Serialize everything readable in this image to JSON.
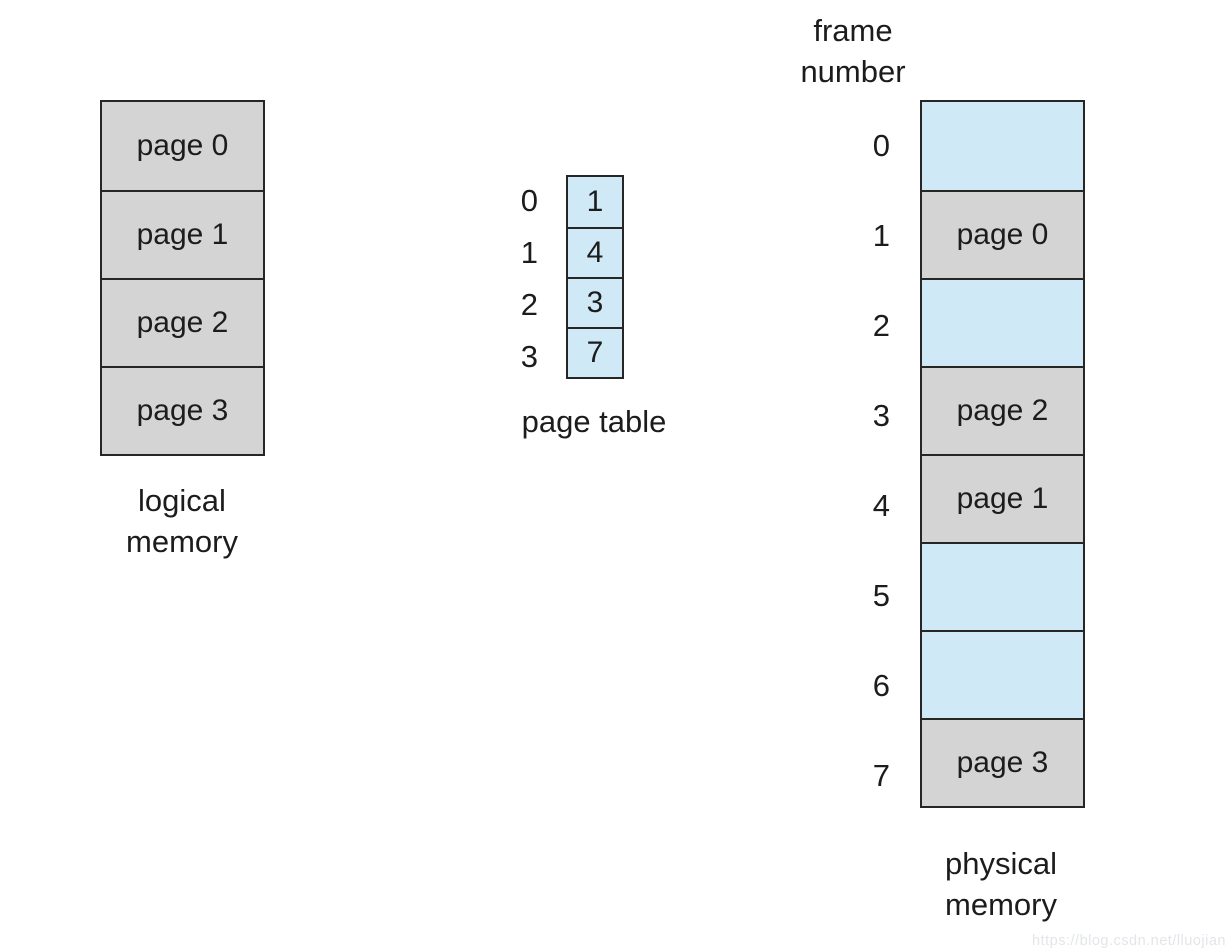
{
  "colors": {
    "page_fill": "#d4d4d4",
    "empty_fill": "#cfe9f7",
    "border": "#262626",
    "text": "#1c1c1c",
    "watermark": "#e3e6e9"
  },
  "logical_memory": {
    "label_line1": "logical",
    "label_line2": "memory",
    "pages": [
      "page 0",
      "page 1",
      "page 2",
      "page 3"
    ]
  },
  "page_table": {
    "label": "page table",
    "entries": [
      {
        "index": "0",
        "frame": "1"
      },
      {
        "index": "1",
        "frame": "4"
      },
      {
        "index": "2",
        "frame": "3"
      },
      {
        "index": "3",
        "frame": "7"
      }
    ]
  },
  "physical_memory": {
    "header_line1": "frame",
    "header_line2": "number",
    "label_line1": "physical",
    "label_line2": "memory",
    "frames": [
      {
        "number": "0",
        "content": "",
        "state": "empty"
      },
      {
        "number": "1",
        "content": "page 0",
        "state": "occupied"
      },
      {
        "number": "2",
        "content": "",
        "state": "empty"
      },
      {
        "number": "3",
        "content": "page 2",
        "state": "occupied"
      },
      {
        "number": "4",
        "content": "page 1",
        "state": "occupied"
      },
      {
        "number": "5",
        "content": "",
        "state": "empty"
      },
      {
        "number": "6",
        "content": "",
        "state": "empty"
      },
      {
        "number": "7",
        "content": "page 3",
        "state": "occupied"
      }
    ]
  },
  "watermark": "https://blog.csdn.net/lluojian"
}
